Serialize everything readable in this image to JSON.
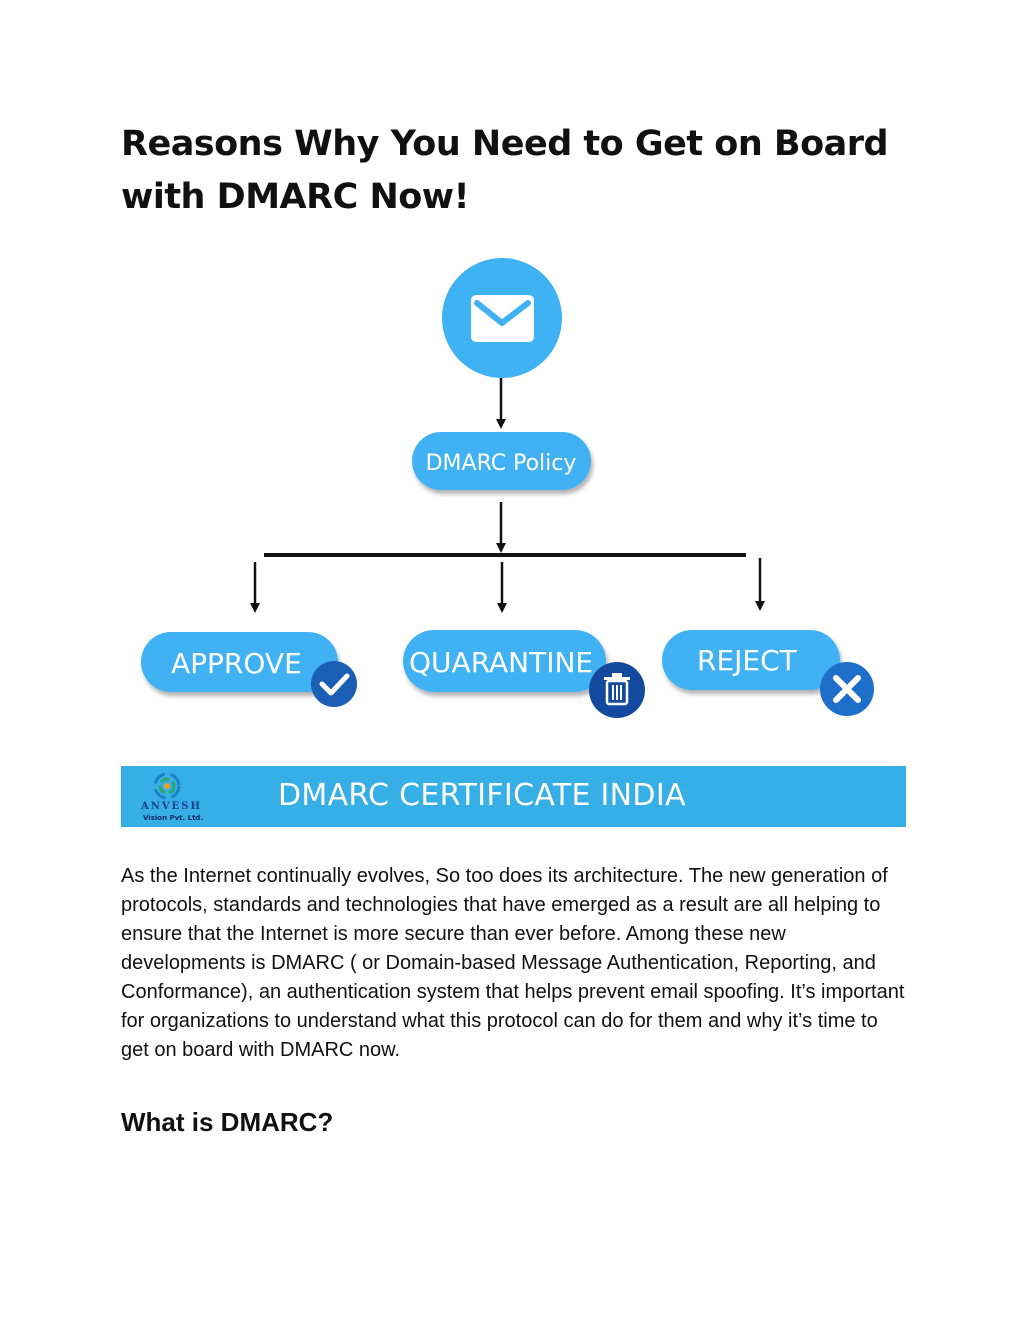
{
  "document": {
    "title": "Reasons Why You Need to Get on Board with DMARC Now!",
    "paragraph": "As the Internet continually evolves, So too does its architecture. The new generation of protocols, standards and technologies that have emerged as a result are all helping to ensure that the Internet is more secure than ever before. Among these new developments is DMARC ( or Domain-based Message Authentication, Reporting, and Conformance), an authentication system that helps prevent email spoofing. It’s important for organizations to understand what this protocol can do for them and why it’s time to get on board with DMARC now.",
    "section_heading": "What is DMARC?"
  },
  "diagram": {
    "policy_label": "DMARC Policy",
    "outcomes": [
      {
        "label": "APPROVE",
        "icon": "check-icon"
      },
      {
        "label": "QUARANTINE",
        "icon": "trash-icon"
      },
      {
        "label": "REJECT",
        "icon": "close-icon"
      }
    ],
    "top_icon": "envelope-icon",
    "colors": {
      "bubble": "#3fb2f3",
      "badge_check": "#1a5fb4",
      "badge_trash": "#134a9e",
      "badge_close": "#1e6fc9"
    }
  },
  "banner": {
    "text": "DMARC CERTIFICATE INDIA",
    "logo_name": "ANVESH",
    "logo_sub": "Vision Pvt. Ltd.",
    "background": "#36aee6"
  }
}
